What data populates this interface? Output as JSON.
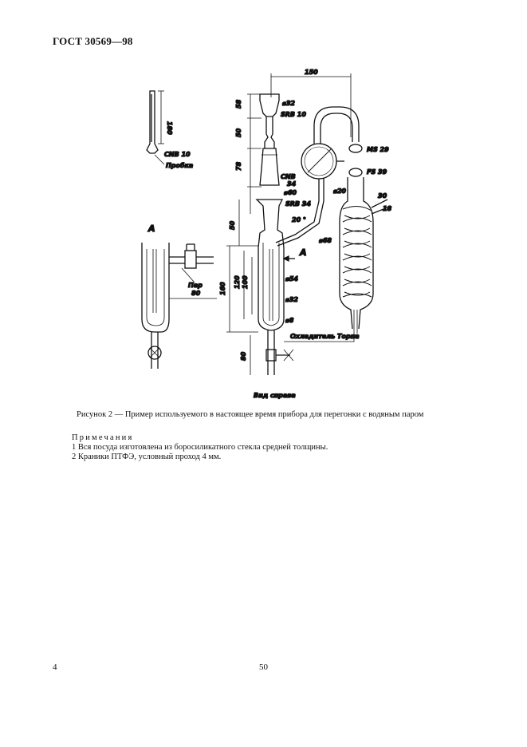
{
  "header": {
    "standard": "ГОСТ 30569—98"
  },
  "figure": {
    "labels": {
      "dim_150": "150",
      "dim_58": "58",
      "dim_50a": "50",
      "dim_78": "78",
      "dia_32_top": "⌀32",
      "srb_10": "SRB 10",
      "cnb_34": "CNB",
      "cnb_34_b": "34",
      "dia_60": "⌀60",
      "srb_34": "SRB 34",
      "ms_29": "MS 29",
      "fs_39": "FS 39",
      "dia_20": "⌀20",
      "d30": "30",
      "d18": "18",
      "angle_20": "20 °",
      "dia_68": "⌀68",
      "dim_180": "180",
      "cnb_10": "CNB 10",
      "probka": "Пробка",
      "letter_a_left": "A",
      "letter_a_arrow": "A",
      "par": "Пар",
      "dim_80_h": "80",
      "dim_50b": "50",
      "dim_160": "160",
      "dim_120": "120",
      "dim_100": "100",
      "dia_54": "⌀54",
      "dia_32_mid": "⌀32",
      "dia_8": "⌀8",
      "dim_80_v": "80",
      "cooler": "Охладитель Торпа",
      "view_right": "Вид справа"
    }
  },
  "caption": "Рисунок 2 — Пример используемого в настоящее время прибора для перегонки с водяным паром",
  "notes": {
    "title": "Примечания",
    "items": [
      "1  Вся посуда изготовлена из боросиликатного стекла средней толщины.",
      "2  Краники ПТФЭ, условный проход 4 мм."
    ]
  },
  "footer": {
    "left_number": "4",
    "center_number": "50"
  }
}
